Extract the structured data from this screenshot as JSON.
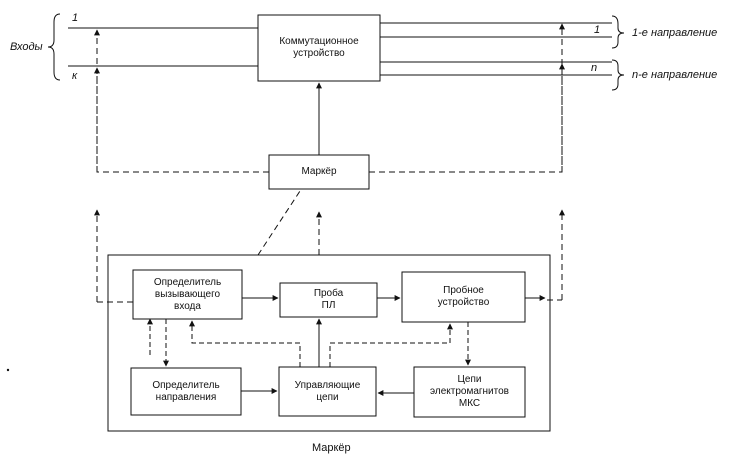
{
  "labels": {
    "inputs": "Входы",
    "input_first": "1",
    "input_last": "к",
    "out_first": "1",
    "out_last": "n",
    "direction_first": "1-е направление",
    "direction_last": "n-е направление",
    "marker_group_caption": "Маркёр"
  },
  "blocks": {
    "switching_device": "Коммутационное\nустройство",
    "marker": "Маркёр",
    "calling_input_detector": "Определитель\nвызывающего\nвхода",
    "probe": "Проба\nПЛ",
    "test_device": "Пробное\nустройство",
    "direction_detector": "Определитель\nнаправления",
    "control_circuits": "Управляющие\nцепи",
    "electromagnet_circuits": "Цепи\nэлектромагнитов\nМКС"
  }
}
